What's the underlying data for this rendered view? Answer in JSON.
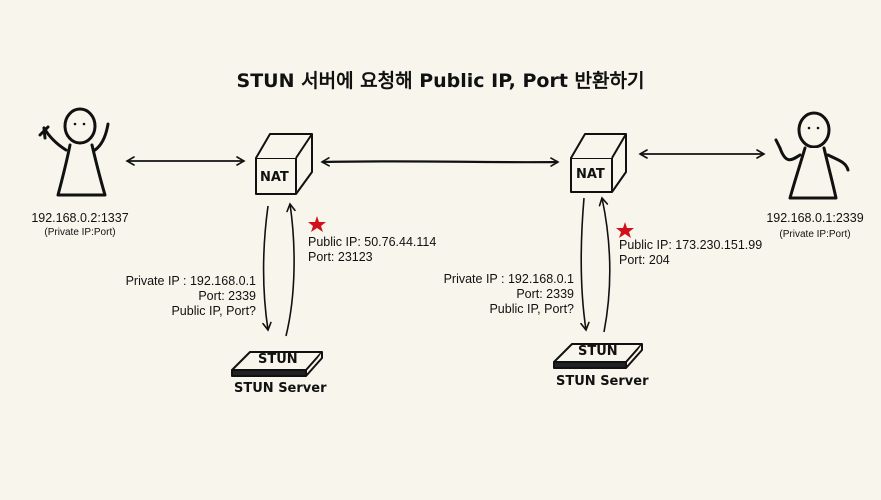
{
  "title": "STUN 서버에 요청해 Public IP, Port 반환하기",
  "left_peer": {
    "address": "192.168.0.2:1337",
    "caption": "(Private IP:Port)"
  },
  "right_peer": {
    "address": "192.168.0.1:2339",
    "caption": "(Private IP:Port)"
  },
  "left_nat": {
    "label": "NAT",
    "request": {
      "line1": "Private IP : 192.168.0.1",
      "line2": "Port: 2339",
      "line3": "Public IP, Port?"
    },
    "response": {
      "line1": "Public IP: 50.76.44.114",
      "line2": "Port: 23123"
    }
  },
  "right_nat": {
    "label": "NAT",
    "request": {
      "line1": "Private IP : 192.168.0.1",
      "line2": "Port: 2339",
      "line3": "Public IP, Port?"
    },
    "response": {
      "line1": "Public IP: 173.230.151.99",
      "line2": "Port: 204"
    }
  },
  "left_stun": {
    "box_label": "STUN",
    "caption": "STUN Server"
  },
  "right_stun": {
    "box_label": "STUN",
    "caption": "STUN Server"
  },
  "colors": {
    "background": "#f8f6ec",
    "ink": "#111111",
    "star": "#d0101a"
  }
}
